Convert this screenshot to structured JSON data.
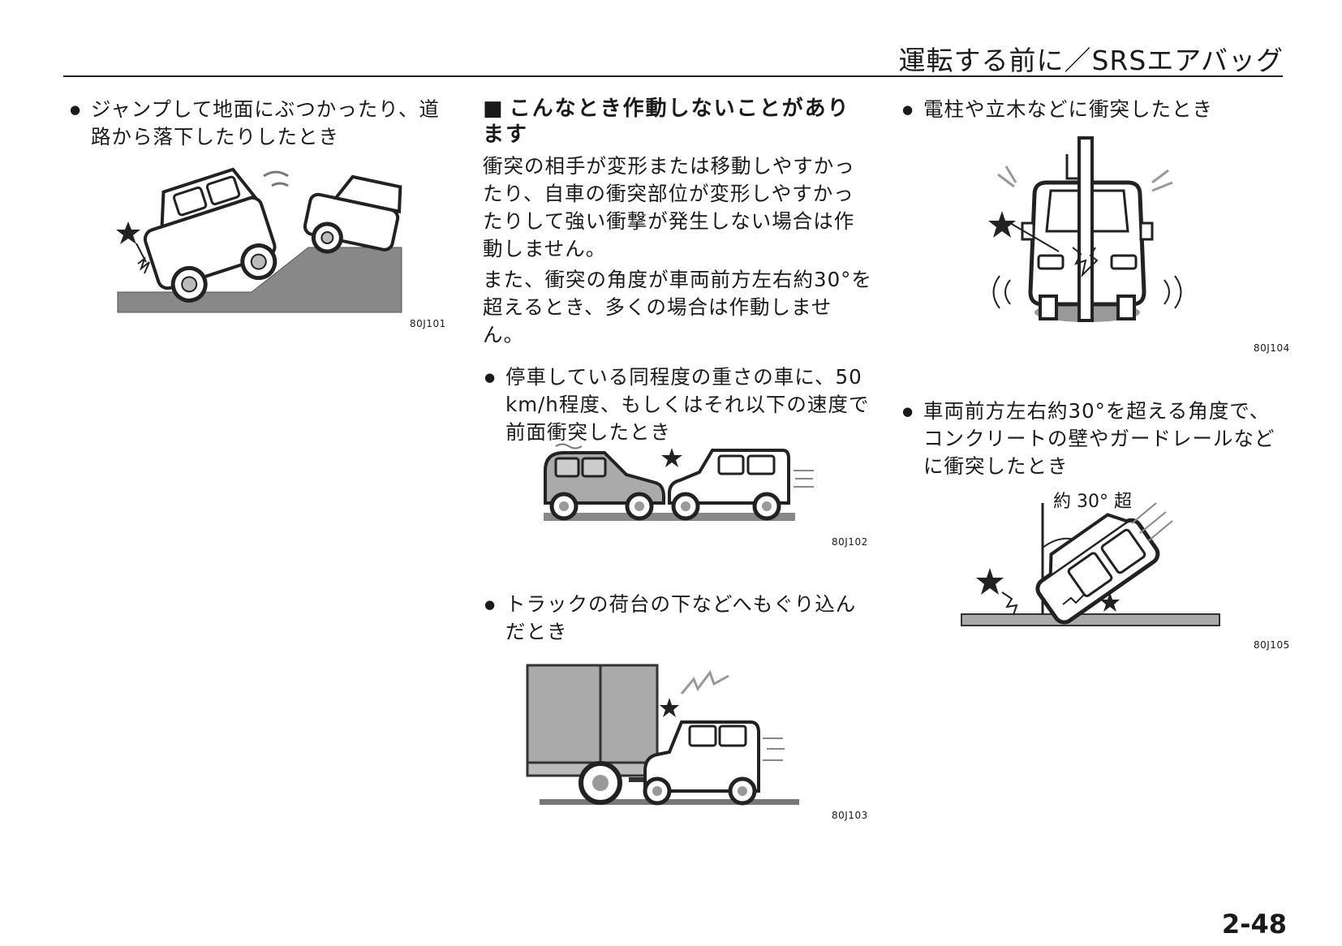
{
  "header": {
    "title": "運転する前に／SRSエアバッグ"
  },
  "left": {
    "bullet": "ジャンプして地面にぶつかったり、道路から落下したりしたとき",
    "fig_code": "80J101"
  },
  "middle": {
    "section_mark": "■",
    "section_title": "こんなとき作動しないことがあります",
    "para1": "衝突の相手が変形または移動しやすかったり、自車の衝突部位が変形しやすかったりして強い衝撃が発生しない場合は作動しません。",
    "para2": "また、衝突の角度が車両前方左右約30°を超えるとき、多くの場合は作動しません。",
    "bullet1": "停車している同程度の重さの車に、50 km/h程度、もしくはそれ以下の速度で前面衝突したとき",
    "fig1_code": "80J102",
    "bullet2": "トラックの荷台の下などへもぐり込んだとき",
    "fig2_code": "80J103"
  },
  "right": {
    "bullet1": "電柱や立木などに衝突したとき",
    "fig1_code": "80J104",
    "bullet2": "車両前方左右約30°を超える角度で、コンクリートの壁やガードレールなどに衝突したとき",
    "fig2_label": "約 30° 超",
    "fig2_code": "80J105"
  },
  "page_number": "2-48"
}
